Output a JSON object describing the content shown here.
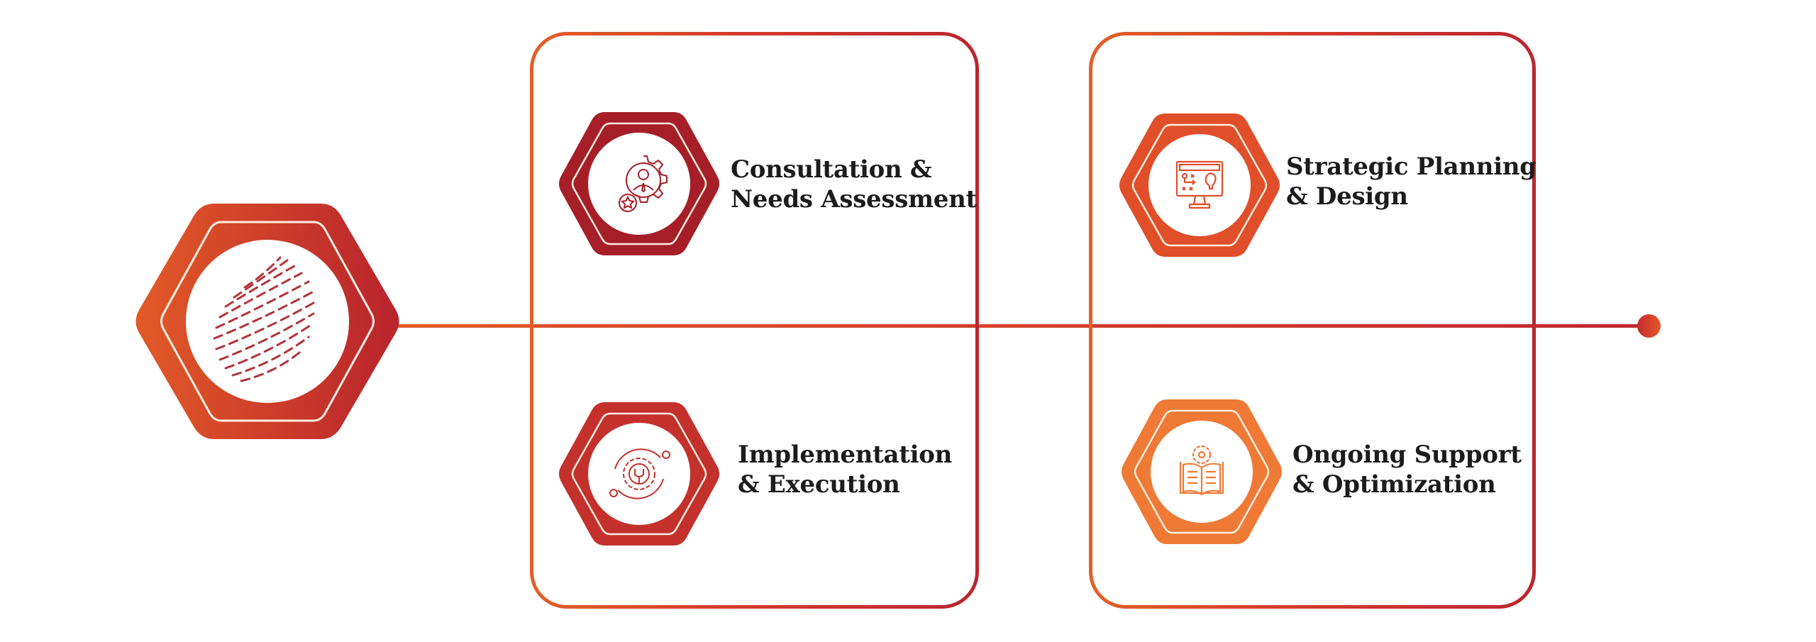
{
  "diagram": {
    "title": "",
    "hub": {
      "icon": "globe-sphere-icon",
      "colors": [
        "#E25A27",
        "#B8232D"
      ]
    },
    "timeline": {
      "colors": [
        "#E25A27",
        "#C02A2E"
      ],
      "end_marker": "dot"
    },
    "cards": [
      {
        "steps": [
          {
            "position": "top",
            "line1": "Consultation &",
            "line2": "Needs Assessment",
            "icon": "gear-person-star-icon",
            "color": "#A61E28"
          },
          {
            "position": "bottom",
            "line1": "Implementation",
            "line2": "& Execution",
            "icon": "gear-wrench-orbit-icon",
            "color": "#C4302B"
          }
        ]
      },
      {
        "steps": [
          {
            "position": "top",
            "line1": "Strategic Planning",
            "line2": "& Design",
            "icon": "monitor-strategy-lightbulb-icon",
            "color": "#E04E2A"
          },
          {
            "position": "bottom",
            "line1": "Ongoing Support",
            "line2": "& Optimization",
            "icon": "book-gear-icon",
            "color": "#EF7A35"
          }
        ]
      }
    ]
  }
}
